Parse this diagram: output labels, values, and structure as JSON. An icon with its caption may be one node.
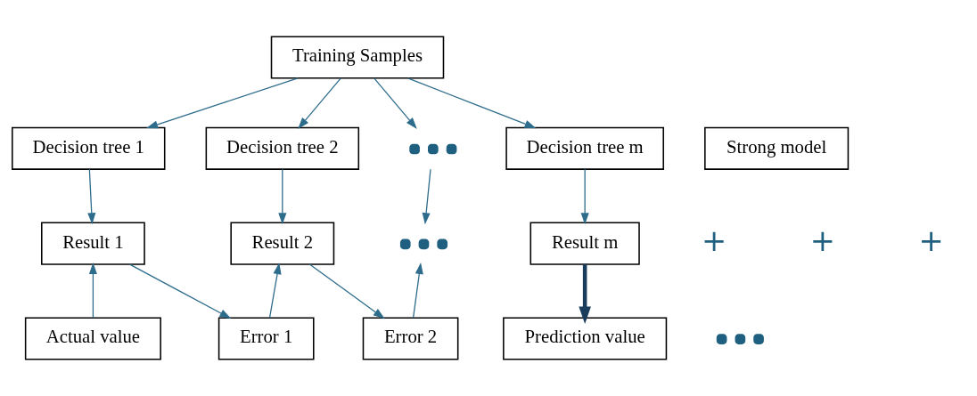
{
  "diagram": {
    "nodes": [
      {
        "text": [
          "Training Samples"
        ]
      },
      {
        "text": [
          "Decision tree 1"
        ]
      },
      {
        "text": [
          "Decision tree 2"
        ]
      },
      {
        "text": [],
        "shape": "dots"
      },
      {
        "text": [
          "Decision tree m"
        ]
      },
      {
        "text": [
          "Result 1"
        ]
      },
      {
        "text": [
          "Result 2"
        ]
      },
      {
        "text": [],
        "shape": "dots"
      },
      {
        "text": [
          "Result m"
        ]
      },
      {
        "text": [
          "Actual value"
        ]
      },
      {
        "text": [
          "Error 1"
        ]
      },
      {
        "text": [
          "Error 2"
        ]
      },
      {
        "text": [],
        "shape": "dots"
      },
      {
        "text": [
          "Prediction value"
        ]
      },
      {
        "text": [
          "Strong model"
        ]
      }
    ],
    "edges": [
      {
        "from": 0,
        "to": 1,
        "arrow": "to"
      },
      {
        "from": 0,
        "to": 2,
        "arrow": "to"
      },
      {
        "from": 0,
        "to": 3,
        "arrow": "to"
      },
      {
        "from": 0,
        "to": 4,
        "arrow": "to"
      },
      {
        "from": 1,
        "to": 5,
        "arrow": "to"
      },
      {
        "from": 2,
        "to": 6,
        "arrow": "to"
      },
      {
        "from": 3,
        "to": 7,
        "arrow": "to"
      },
      {
        "from": 4,
        "to": 8,
        "arrow": "to"
      },
      {
        "from": 9,
        "to": 5,
        "arrow": "to"
      },
      {
        "from": 5,
        "to": 10,
        "arrow": "to"
      },
      {
        "from": 10,
        "to": 6,
        "arrow": "to"
      },
      {
        "from": 6,
        "to": 11,
        "arrow": "to"
      },
      {
        "from": 11,
        "to": 7,
        "arrow": "to"
      },
      {
        "from": 8,
        "to": 13,
        "arrow": "to",
        "style": "thick",
        "color": "#1b3d5c"
      }
    ],
    "labels": [
      "+",
      "+",
      "+"
    ]
  }
}
